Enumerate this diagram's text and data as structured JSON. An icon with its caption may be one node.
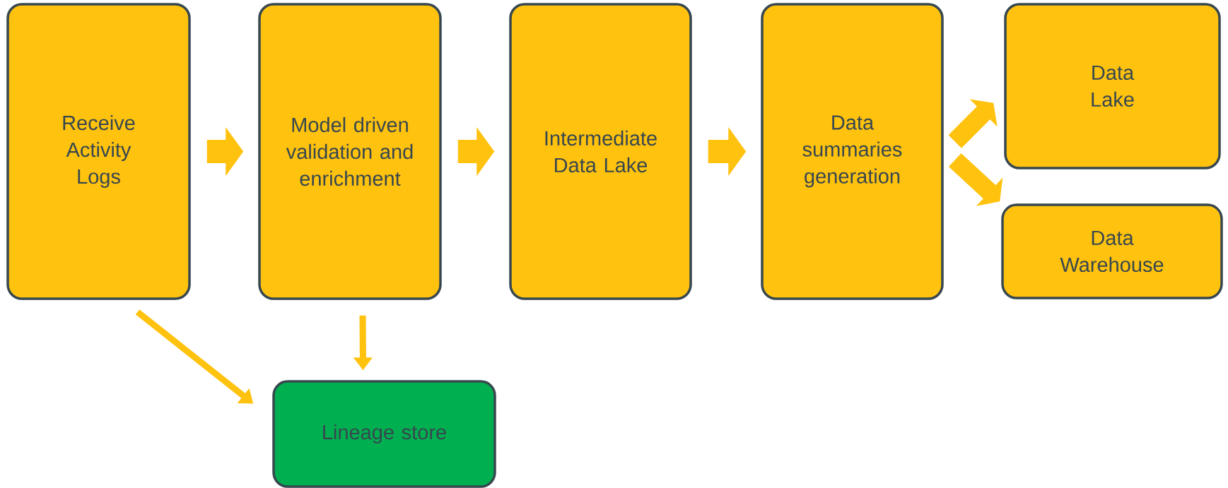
{
  "diagram": {
    "nodes": [
      {
        "text": [
          "Receive Activity Logs"
        ]
      },
      {
        "text": [
          "Model driven validation and enrichment"
        ]
      },
      {
        "text": [
          "Intermediate Data Lake"
        ]
      },
      {
        "text": [
          "Data summaries generation"
        ]
      },
      {
        "text": [
          "Data Lake"
        ]
      },
      {
        "text": [
          "Data Warehouse"
        ]
      },
      {
        "text": [
          "Lineage store"
        ]
      }
    ],
    "edges": [
      {
        "from": 0,
        "to": 1,
        "arrow": "to"
      },
      {
        "from": 1,
        "to": 2,
        "arrow": "to"
      },
      {
        "from": 2,
        "to": 3,
        "arrow": "to"
      },
      {
        "from": 3,
        "to": 4,
        "arrow": "to"
      },
      {
        "from": 3,
        "to": 5,
        "arrow": "to"
      },
      {
        "from": 0,
        "to": 6,
        "arrow": "to"
      },
      {
        "from": 1,
        "to": 6,
        "arrow": "to"
      }
    ]
  }
}
